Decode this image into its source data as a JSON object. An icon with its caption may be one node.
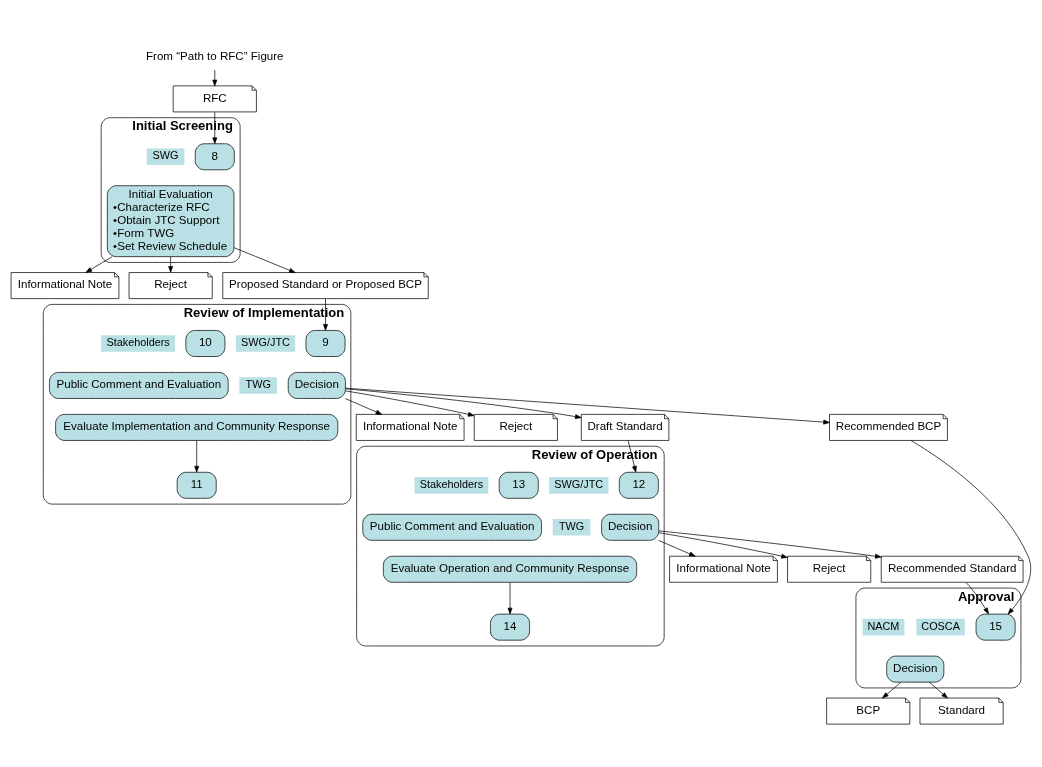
{
  "diagram": {
    "nodes": [
      {
        "text": [
          "From “Path to RFC” Figure"
        ]
      },
      {
        "text": [
          "Initial Screening"
        ]
      },
      {
        "text": [
          "RFC"
        ]
      },
      {
        "text": [
          "8"
        ],
        "in": 1
      },
      {
        "text": [
          "SWG"
        ],
        "in": 1
      },
      {
        "text": [
          "Initial Evaluation",
          "•Characterize RFC",
          "•Obtain JTC Support",
          "•Form TWG",
          "•Set Review Schedule"
        ],
        "in": 1
      },
      {
        "text": [
          "Informational Note"
        ]
      },
      {
        "text": [
          "Reject"
        ]
      },
      {
        "text": [
          "Review of Implementation"
        ]
      },
      {
        "text": [
          "Proposed Standard or Proposed BCP"
        ]
      },
      {
        "text": [
          "9"
        ],
        "in": 8
      },
      {
        "text": [
          "Stakeholders"
        ],
        "in": 8
      },
      {
        "text": [
          "Public Comment and Evaluation"
        ],
        "in": 8
      },
      {
        "text": [
          "TWG"
        ],
        "in": 8
      },
      {
        "text": [
          "10"
        ],
        "in": 8
      },
      {
        "text": [
          "Evaluate Implementation and Community Response"
        ],
        "in": 8
      },
      {
        "text": [
          "11"
        ],
        "in": 8
      },
      {
        "text": [
          "SWG/JTC"
        ],
        "in": 8
      },
      {
        "text": [
          "Decision"
        ],
        "in": 8
      },
      {
        "text": [
          "Informational Note"
        ]
      },
      {
        "text": [
          "Reject"
        ]
      },
      {
        "text": [
          "Review of Operation"
        ]
      },
      {
        "text": [
          "Draft Standard"
        ]
      },
      {
        "text": [
          "12"
        ],
        "in": 21
      },
      {
        "text": [
          "Stakeholders"
        ],
        "in": 21
      },
      {
        "text": [
          "Public Comment and Evaluation"
        ],
        "in": 21
      },
      {
        "text": [
          "TWG"
        ],
        "in": 21
      },
      {
        "text": [
          "13"
        ],
        "in": 21
      },
      {
        "text": [
          "Evaluate Operation and Community Response"
        ],
        "in": 21
      },
      {
        "text": [
          "14"
        ],
        "in": 21
      },
      {
        "text": [
          "SWG/JTC"
        ],
        "in": 21
      },
      {
        "text": [
          "Decision"
        ],
        "in": 21
      },
      {
        "text": [
          "Informational Note"
        ]
      },
      {
        "text": [
          "Reject"
        ]
      },
      {
        "text": [
          "Approval"
        ]
      },
      {
        "text": [
          "Recommended BCP"
        ]
      },
      {
        "text": [
          "Recommended Standard"
        ]
      },
      {
        "text": [
          "15"
        ],
        "in": 34
      },
      {
        "text": [
          "COSCA"
        ],
        "in": 34
      },
      {
        "text": [
          "NACM"
        ],
        "in": 34
      },
      {
        "text": [
          "Decision"
        ],
        "in": 34
      },
      {
        "text": [
          "BCP"
        ]
      },
      {
        "text": [
          "Standard"
        ]
      }
    ],
    "edges": [
      {
        "from": 0,
        "to": 2,
        "arrow": "to"
      },
      {
        "from": 2,
        "to": 3,
        "arrow": "to"
      },
      {
        "from": 5,
        "to": 6,
        "arrow": "to"
      },
      {
        "from": 5,
        "to": 7,
        "arrow": "to"
      },
      {
        "from": 5,
        "to": 9,
        "arrow": "to"
      },
      {
        "from": 9,
        "to": 10,
        "arrow": "to"
      },
      {
        "from": 15,
        "to": 16,
        "arrow": "to"
      },
      {
        "from": 18,
        "to": 19,
        "arrow": "to"
      },
      {
        "from": 18,
        "to": 20,
        "arrow": "to"
      },
      {
        "from": 18,
        "to": 22,
        "arrow": "to"
      },
      {
        "from": 18,
        "to": 35,
        "arrow": "to"
      },
      {
        "from": 22,
        "to": 23,
        "arrow": "to"
      },
      {
        "from": 28,
        "to": 29,
        "arrow": "to"
      },
      {
        "from": 31,
        "to": 32,
        "arrow": "to"
      },
      {
        "from": 31,
        "to": 33,
        "arrow": "to"
      },
      {
        "from": 31,
        "to": 36,
        "arrow": "to"
      },
      {
        "from": 35,
        "to": 37,
        "arrow": "to"
      },
      {
        "from": 36,
        "to": 37,
        "arrow": "to"
      },
      {
        "from": 40,
        "to": 41,
        "arrow": "to"
      },
      {
        "from": 40,
        "to": 42,
        "arrow": "to"
      }
    ]
  }
}
